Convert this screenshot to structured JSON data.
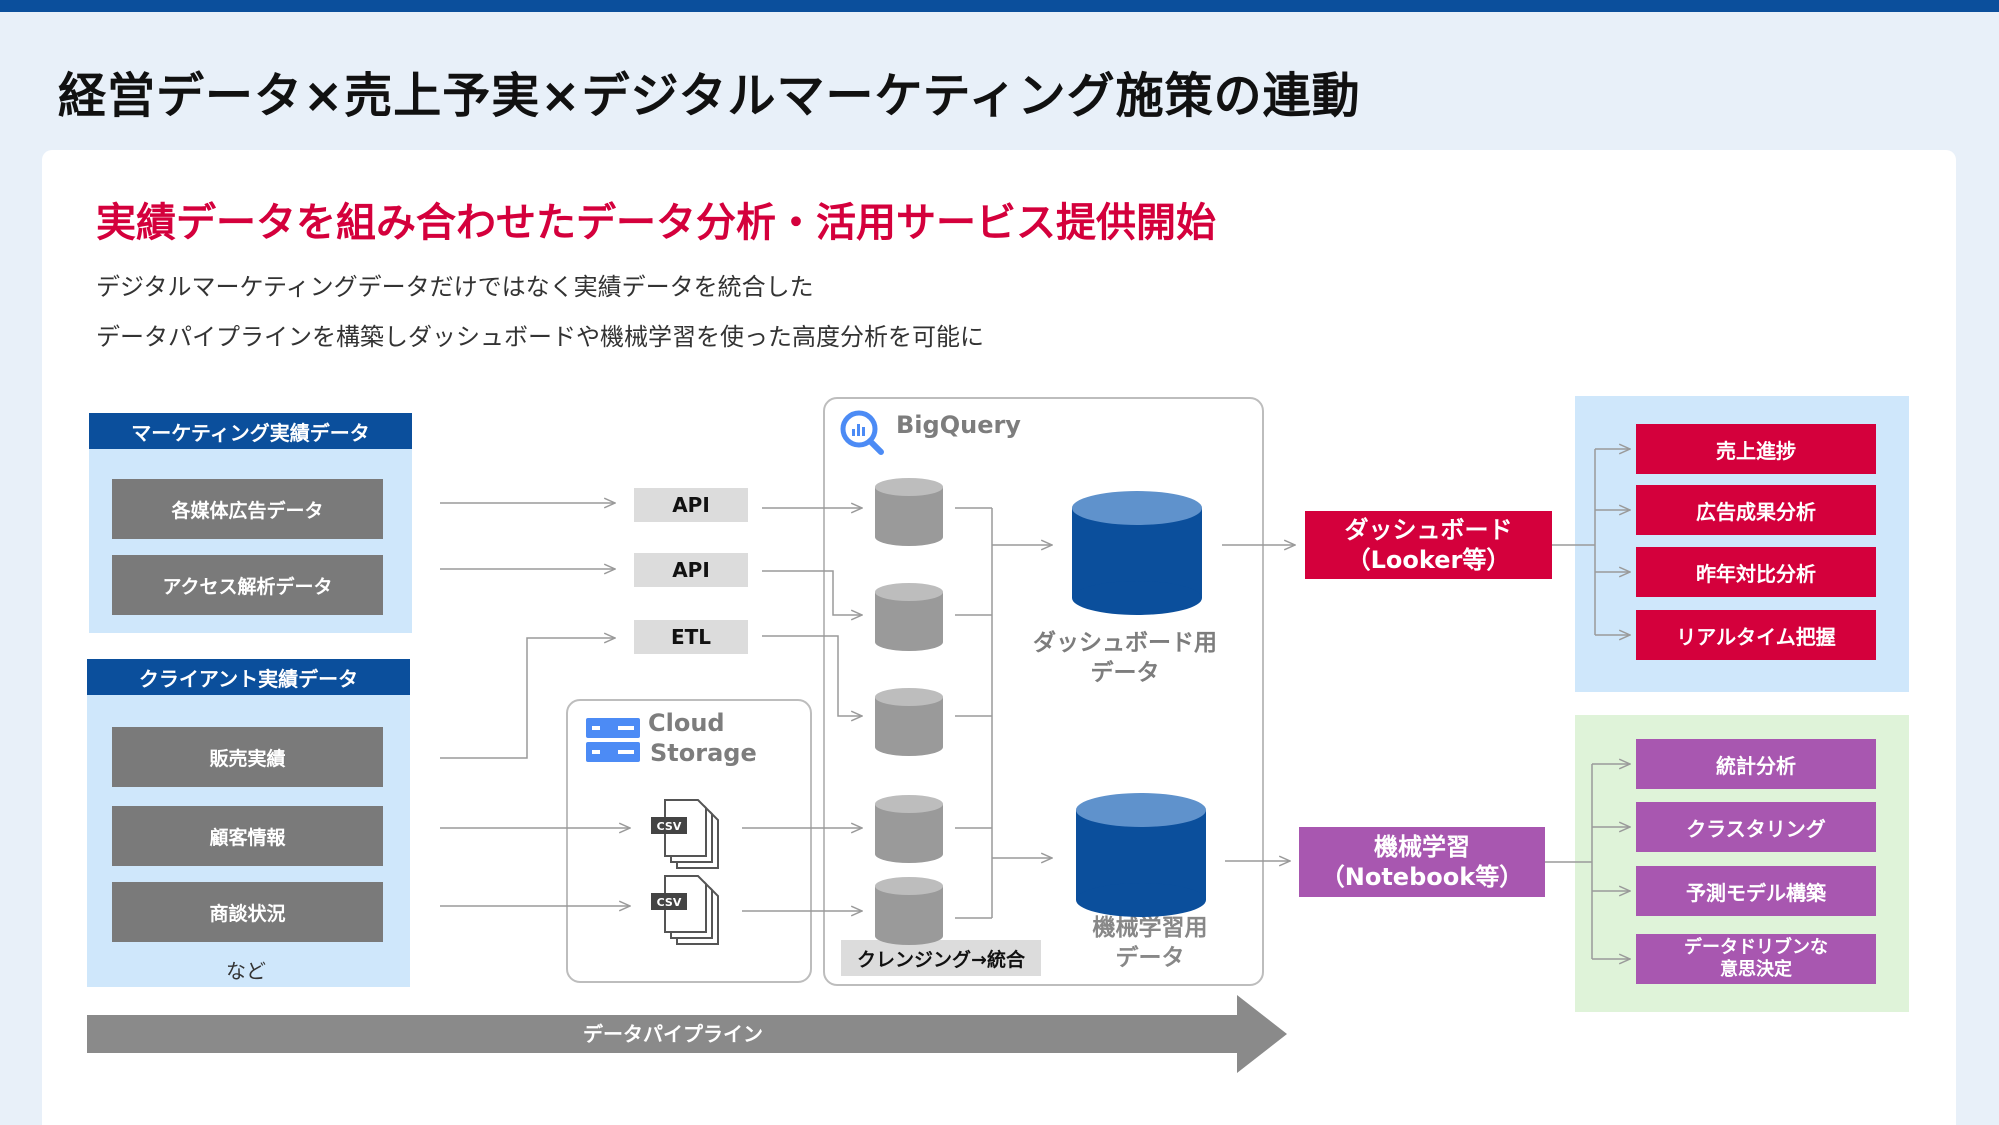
{
  "title": "経営データ×売上予実×デジタルマーケティング施策の連動",
  "headline": "実績データを組み合わせたデータ分析・活用サービス提供開始",
  "description": [
    "デジタルマーケティングデータだけではなく実績データを統合した",
    "データパイプラインを構築しダッシュボードや機械学習を使った高度分析を可能に"
  ],
  "sources": {
    "marketing": {
      "title": "マーケティング実績データ",
      "items": [
        "各媒体広告データ",
        "アクセス解析データ"
      ]
    },
    "client": {
      "title": "クライアント実績データ",
      "items": [
        "販売実績",
        "顧客情報",
        "商談状況"
      ],
      "note": "など"
    }
  },
  "connectors": [
    "API",
    "API",
    "ETL"
  ],
  "cloud_storage": {
    "title_line1": "Cloud",
    "title_line2": "Storage",
    "file_label": "CSV"
  },
  "bigquery": {
    "title": "BigQuery",
    "cleansing_label": "クレンジング→統合",
    "dashboard_data": [
      "ダッシュボード用",
      "データ"
    ],
    "ml_data": [
      "機械学習用",
      "データ"
    ]
  },
  "dashboard": {
    "line1": "ダッシュボード",
    "line2": "（Looker等）",
    "outputs": [
      "売上進捗",
      "広告成果分析",
      "昨年対比分析",
      "リアルタイム把握"
    ]
  },
  "ml": {
    "line1": "機械学習",
    "line2": "（Notebook等）",
    "outputs": [
      "統計分析",
      "クラスタリング",
      "予測モデル構築"
    ],
    "last_output": [
      "データドリブンな",
      "意思決定"
    ]
  },
  "pipeline_label": "データパイプライン",
  "colors": {
    "navy": "#0b4f9c",
    "red": "#d4003c",
    "purple": "#a857b0",
    "gray": "#7a7a7a",
    "bq_blue": "#0b4f9c",
    "cyl_gray": "#9a9a9a"
  }
}
